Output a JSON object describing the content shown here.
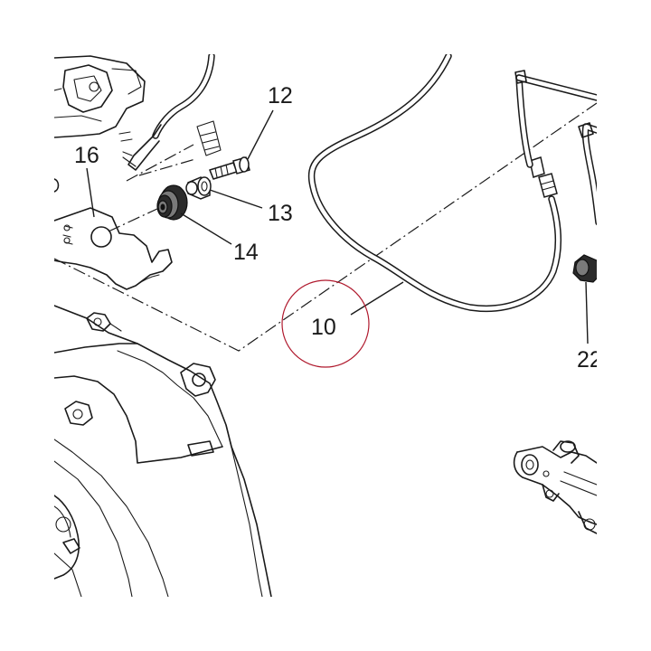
{
  "callouts": [
    {
      "id": "12",
      "text": "12"
    },
    {
      "id": "13",
      "text": "13"
    },
    {
      "id": "14",
      "text": "14"
    },
    {
      "id": "16",
      "text": "16"
    },
    {
      "id": "10",
      "text": "10"
    },
    {
      "id": "22",
      "text": "22"
    }
  ],
  "colors": {
    "line": "#1a1a1a",
    "highlight_circle": "#b01a2e",
    "background": "#ffffff"
  }
}
